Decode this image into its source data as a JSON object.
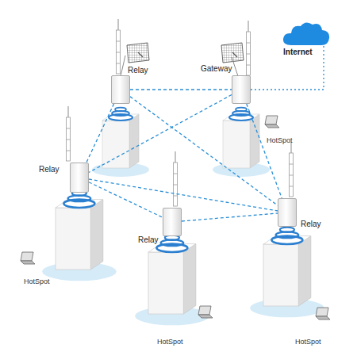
{
  "diagram": {
    "nodes": [
      {
        "text": [
          "Relay"
        ]
      },
      {
        "text": [
          "Gateway"
        ]
      },
      {
        "text": [
          "Internet"
        ]
      },
      {
        "text": [
          "Relay"
        ]
      },
      {
        "text": [
          "Relay"
        ]
      },
      {
        "text": [
          "Relay"
        ]
      }
    ],
    "edges": [
      {
        "from": 0,
        "to": 1,
        "arrow": "none"
      },
      {
        "from": 1,
        "to": 2,
        "arrow": "none"
      },
      {
        "from": 0,
        "to": 3,
        "arrow": "none"
      },
      {
        "from": 0,
        "to": 5,
        "arrow": "none"
      },
      {
        "from": 1,
        "to": 3,
        "arrow": "none"
      },
      {
        "from": 1,
        "to": 5,
        "arrow": "none"
      },
      {
        "from": 3,
        "to": 4,
        "arrow": "none"
      },
      {
        "from": 3,
        "to": 5,
        "arrow": "none"
      },
      {
        "from": 4,
        "to": 5,
        "arrow": "none"
      }
    ],
    "labels": [
      "HotSpot",
      "HotSpot",
      "HotSpot",
      "HotSpot"
    ]
  }
}
